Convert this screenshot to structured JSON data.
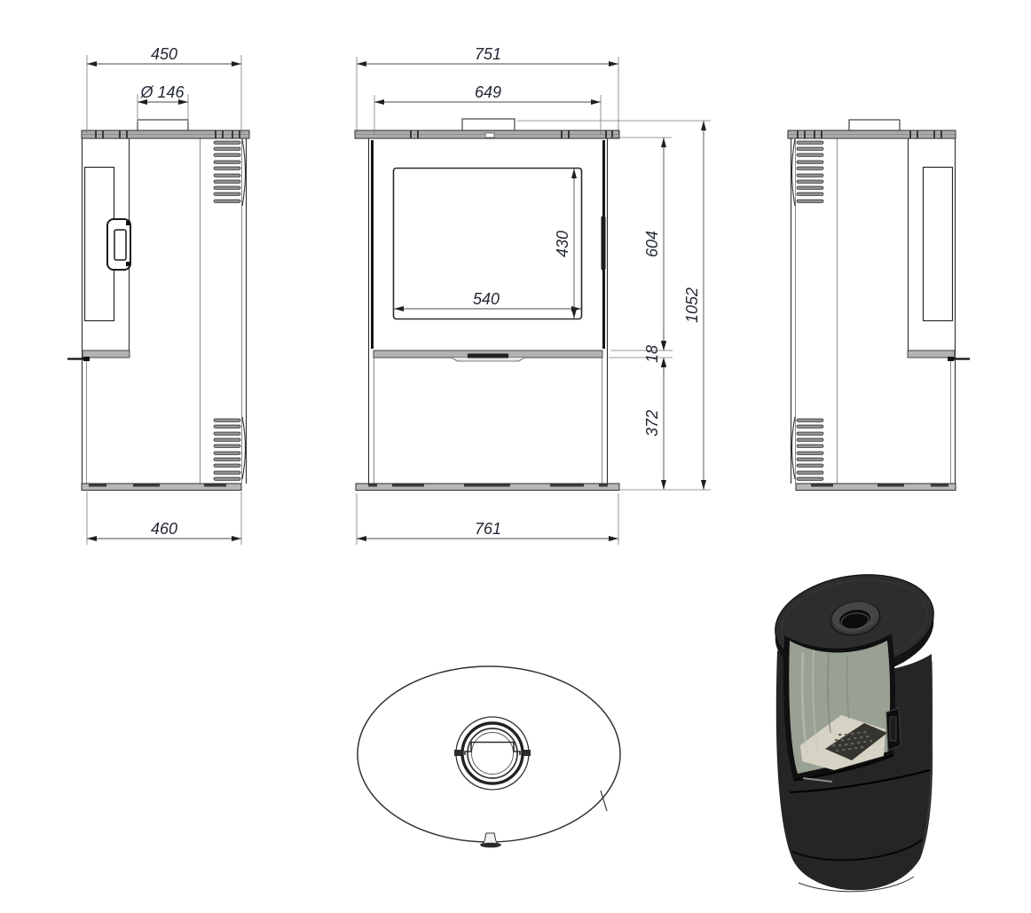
{
  "drawing": {
    "type": "technical-drawing",
    "subject": "oval free-standing wood stove, dimensioned orthographic views with 3D render",
    "units": "mm",
    "line_color": "#2e2e2e",
    "dim_text_color": "#232834",
    "stove_color": "#262626",
    "views": {
      "side_left": {
        "label": "left side view",
        "dims": {
          "top_width": "450",
          "flue_diameter": "Ø 146",
          "base_width": "460"
        }
      },
      "front": {
        "label": "front view",
        "dims": {
          "top_width": "751",
          "body_width": "649",
          "glass_width": "540",
          "glass_height": "430",
          "upper_height": "604",
          "door_band": "18",
          "lower_height": "372",
          "total_height": "1052",
          "base_width": "761"
        }
      },
      "side_right": {
        "label": "right side view"
      },
      "top": {
        "label": "top view"
      },
      "render": {
        "label": "3d render of black oval stove"
      }
    }
  }
}
